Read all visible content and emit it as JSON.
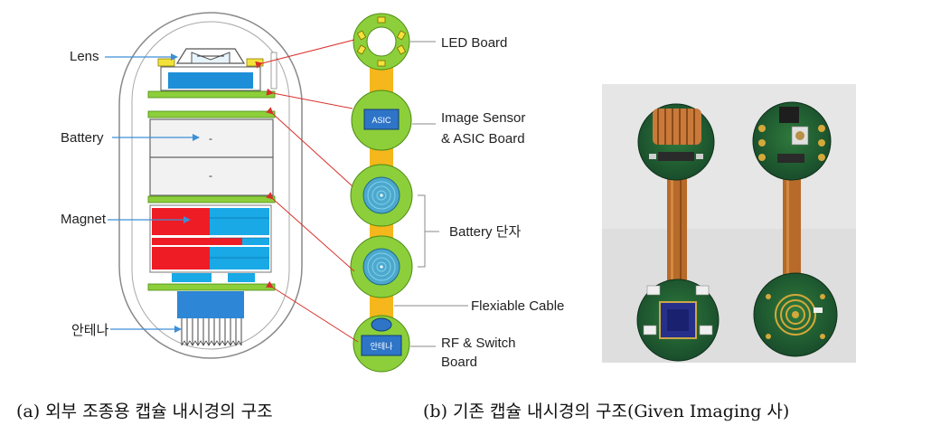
{
  "labels": {
    "lens": "Lens",
    "battery": "Battery",
    "magnet": "Magnet",
    "antenna": "안테나",
    "led_board": "LED Board",
    "image_sensor_line1": "Image Sensor",
    "image_sensor_line2": "& ASIC Board",
    "battery_terminal": "Battery 단자",
    "flex_cable": "Flexiable Cable",
    "rf_board_line1": "RF & Switch",
    "rf_board_line2": "Board",
    "asic_chip": "ASIC",
    "antenna_chip": "안테나",
    "battery_cell_mark_top": "-",
    "battery_cell_mark_bottom": "-"
  },
  "captions": {
    "a": "(a) 외부 조종용 캡슐 내시경의 구조",
    "b": "(b) 기존 캡슐 내시경의 구조(Given Imaging 사)"
  },
  "colors": {
    "board_green": "#8ccf3a",
    "cable_orange": "#f5b71c",
    "chip_blue": "#2e75c8",
    "magnet_red": "#ee1c25",
    "magnet_blue": "#19a9e6",
    "leader_red": "#d8302a",
    "leader_blue": "#3d8fd6"
  }
}
